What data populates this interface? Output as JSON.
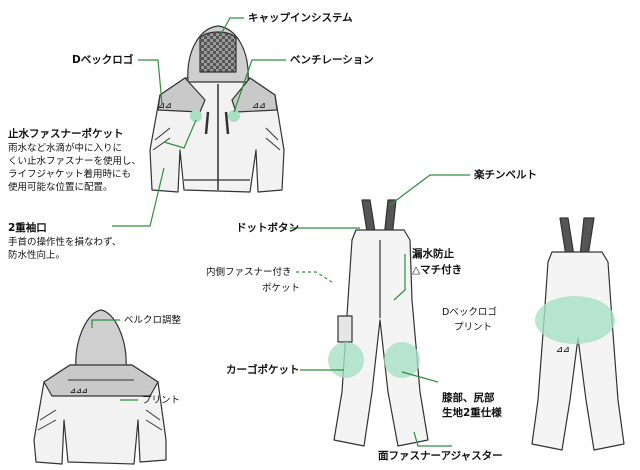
{
  "labels": {
    "cap_in_system": "キャップインシステム",
    "d_vec_logo_jacket": "Dベックロゴ",
    "ventilation": "ベンチレーション",
    "waterproof_pocket_title": "止水ファスナーポケット",
    "waterproof_pocket_desc": [
      "雨水など水滴が中に入りに",
      "くい止水ファスナーを使用し、",
      "ライフジャケット着用時にも",
      "使用可能な位置に配置。"
    ],
    "double_cuff_title": "2重袖口",
    "double_cuff_desc": [
      "手首の操作性を損なわず、",
      "防水性向上。"
    ],
    "velcro_adjust": "ベルクロ調整",
    "print_jacket": "プリント",
    "raku_chin_belt": "楽チンベルト",
    "dot_button": "ドットボタン",
    "gusset_title": "漏水防止",
    "gusset_sub": "△マチ付き",
    "inner_zip_pocket": [
      "内側ファスナー付き",
      "ポケット"
    ],
    "d_vec_logo_pants": "Dベックロゴ",
    "print_pants": "プリント",
    "cargo_pocket": "カーゴポケット",
    "knee_seat": [
      "膝部、尻部",
      "生地2重仕様"
    ],
    "hem_zip_adjuster": "面ファスナーアジャスター"
  },
  "colors": {
    "callout_line": "#2f8f3a",
    "highlight": "#a8e0c4",
    "garment_fill": "#efefef",
    "garment_gray": "#c8c8c8",
    "outline": "#333333"
  }
}
